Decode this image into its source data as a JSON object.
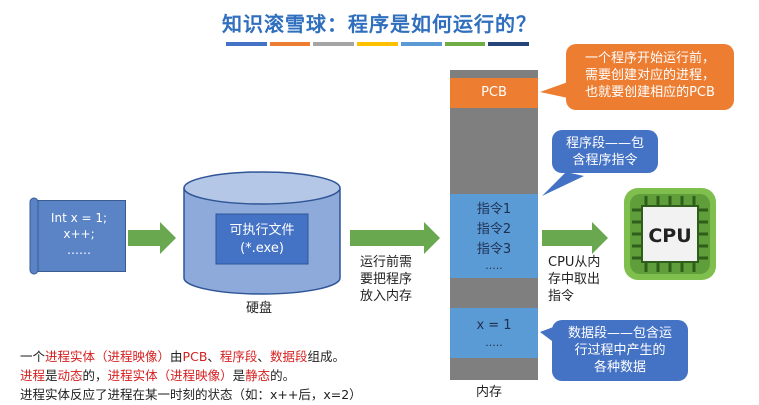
{
  "title": "知识滚雪球：程序是如何运行的？",
  "colors": {
    "title": "#2f6fbe",
    "accent_orange": "#ed7d31",
    "accent_blue": "#4472c4",
    "memory_gray": "#7f7f7f",
    "arrow_green": "#6aa84f",
    "cpu_green": "#5f9e3a",
    "highlight_red": "#d62020",
    "title_bar": [
      "#4472c4",
      "#ed7d31",
      "#a5a5a5",
      "#ffc000",
      "#5b9bd5",
      "#70ad47",
      "#264478"
    ]
  },
  "source_code": {
    "lines": [
      "Int x = 1;",
      "x++;",
      "……"
    ]
  },
  "disk": {
    "file_lines": [
      "可执行文件",
      "(*.exe)"
    ],
    "label": "硬盘"
  },
  "load_text": [
    "运行前需",
    "要把程序",
    "放入内存"
  ],
  "memory": {
    "pcb": "PCB",
    "instructions": [
      "指令1",
      "指令2",
      "指令3",
      "....."
    ],
    "data": [
      "x = 1",
      "....."
    ],
    "label": "内存"
  },
  "cpu": {
    "chip_label": "CPU",
    "fetch_text": [
      "CPU从内",
      "存中取出",
      "指令"
    ],
    "icon": "cpu-icon"
  },
  "callouts": {
    "pcb": [
      "一个程序开始运行前，",
      "需要创建对应的进程，",
      "也就要创建相应的PCB"
    ],
    "program_segment": [
      "程序段——包",
      "含程序指令"
    ],
    "data_segment": [
      "数据段——包含运",
      "行过程中产生的",
      "各种数据"
    ]
  },
  "notes": {
    "line1": {
      "t1": "一个",
      "r1": "进程实体（进程映像）",
      "t2": "由",
      "r2": "PCB",
      "t3": "、",
      "r3": "程序段",
      "t4": "、",
      "r4": "数据段",
      "t5": "组成。"
    },
    "line2": {
      "r1": "进程",
      "t1": "是",
      "r2": "动态",
      "t2": "的，",
      "r3": "进程实体（进程映像）",
      "t3": "是",
      "r4": "静态",
      "t4": "的。"
    },
    "line3": "进程实体反应了进程在某一时刻的状态（如：x++后，x=2）"
  }
}
